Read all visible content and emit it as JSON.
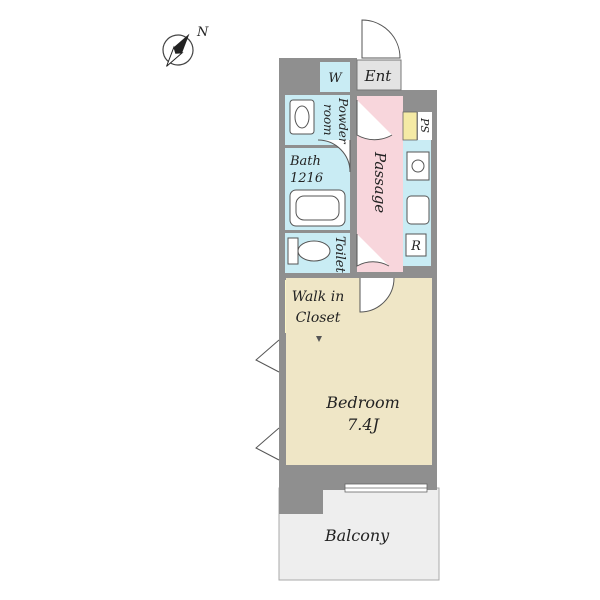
{
  "compass": {
    "label": "N"
  },
  "rooms": {
    "entrance": "Ent",
    "washer": "W",
    "powder_room_line1": "Powder",
    "powder_room_line2": "room",
    "pipe_space": "PS",
    "bath_line1": "Bath",
    "bath_line2": "1216",
    "passage": "Passage",
    "refrigerator": "R",
    "toilet": "Toilet",
    "closet_line1": "Walk in",
    "closet_line2": "Closet",
    "bedroom_line1": "Bedroom",
    "bedroom_line2": "7.4J",
    "balcony": "Balcony"
  },
  "colors": {
    "wall": "#8f8f8f",
    "wet_area": "#c9ecf4",
    "passage": "#f8d6dc",
    "closet": "#fbf6c6",
    "bedroom": "#efe6c6",
    "entrance": "#e3e3e3",
    "balcony": "#eeeeee",
    "pipe_space": "#f5eaa5"
  }
}
